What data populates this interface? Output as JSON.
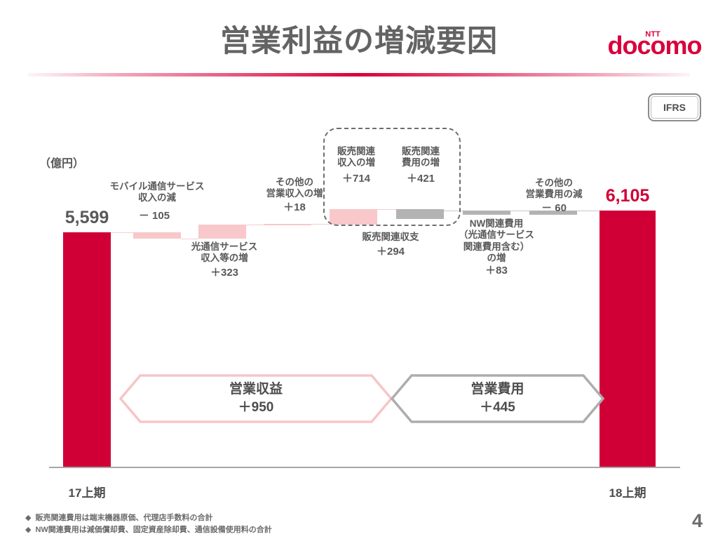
{
  "header": {
    "title": "営業利益の増減要因",
    "logo_text": "docomo",
    "logo_sup": "NTT",
    "badge": "IFRS",
    "brand_color": "#d9003c"
  },
  "chart_data": {
    "type": "bar",
    "chart_subtype": "waterfall",
    "title": "営業利益の増減要因",
    "unit": "（億円）",
    "xlabel": "",
    "ylabel": "",
    "ylim": [
      0,
      6600
    ],
    "grid": false,
    "legend": "none",
    "categories": [
      "17上期",
      "モバイル通信サービス収入の減",
      "光通信サービス収入等の増",
      "その他の営業収入の増",
      "販売関連収入の増",
      "販売関連費用の増",
      "NW関連費用（光通信サービス関連費用含む）の増",
      "その他の営業費用の減",
      "18上期"
    ],
    "values": [
      5599,
      -105,
      323,
      18,
      714,
      -421,
      -83,
      60,
      6105
    ],
    "value_labels": [
      "5,599",
      "－ 105",
      "＋323",
      "＋18",
      "＋714",
      "＋421",
      "＋83",
      "－ 60",
      "6,105"
    ],
    "bar_colors": [
      "#d00036",
      "#f8c8ca",
      "#f8c8ca",
      "#f8c8ca",
      "#f8c8ca",
      "#b3b3b3",
      "#b3b3b3",
      "#b3b3b3",
      "#d00036"
    ],
    "totals": {
      "start": 5599,
      "end": 6105,
      "revenue_delta": 950,
      "cost_delta": 445
    },
    "tick_labels": [
      "17上期",
      "18上期"
    ]
  },
  "bars": {
    "start": {
      "label": "5,599",
      "name": "17上期"
    },
    "mobile": {
      "name": "モバイル通信サービス\n収入の減",
      "value": "－ 105"
    },
    "optical": {
      "name": "光通信サービス\n収入等の増",
      "value": "＋323"
    },
    "other_rev": {
      "name": "その他の\n営業収入の増",
      "value": "＋18"
    },
    "sales_rev": {
      "name": "販売関連\n収入の増",
      "value": "＋714"
    },
    "sales_cost": {
      "name": "販売関連\n費用の増",
      "value": "＋421"
    },
    "sales_net": {
      "name": "販売関連収支",
      "value": "＋294"
    },
    "nw_cost": {
      "name": "NW関連費用\n（光通信サービス\n関連費用含む）\nの増",
      "value": "＋83"
    },
    "other_cost": {
      "name": "その他の\n営業費用の減",
      "value": "－ 60"
    },
    "end": {
      "label": "6,105",
      "name": "18上期"
    }
  },
  "summaries": {
    "revenue": {
      "label": "営業収益",
      "value": "＋950"
    },
    "cost": {
      "label": "営業費用",
      "value": "＋445"
    }
  },
  "footnotes": [
    "販売関連費用は端末機器原価、代理店手数料の合計",
    "NW関連費用は減価償却費、固定資産除却費、通信設備使用料の合計"
  ],
  "page_number": "4"
}
